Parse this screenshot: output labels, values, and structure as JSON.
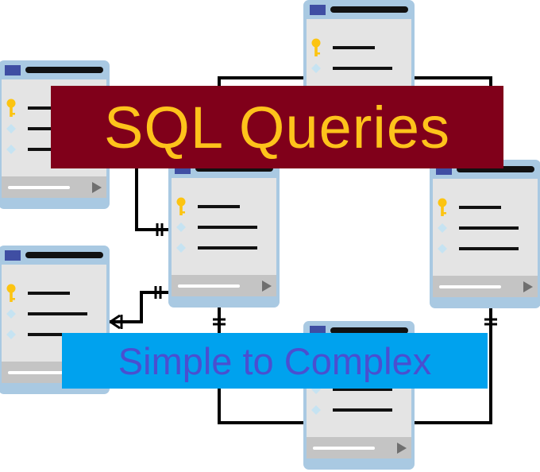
{
  "title": "SQL Queries",
  "subtitle": "Simple to Complex",
  "colors": {
    "title_bg": "#80001a",
    "title_text": "#fec31b",
    "subtitle_bg": "#00a2ee",
    "subtitle_text": "#4a4fd0",
    "card_frame": "#a9c9e2",
    "card_body": "#e4e4e4",
    "card_footer": "#c4c4c4",
    "header_chip": "#3f4ea3",
    "key_icon": "#fcc411",
    "diamond_icon": "#c6e3f2",
    "play_icon": "#6f6f6f",
    "line": "#111111",
    "connector": "#000000"
  },
  "tables": [
    {
      "id": "top-center",
      "key_rows": 1,
      "field_rows": 1
    },
    {
      "id": "left-top",
      "key_rows": 1,
      "field_rows": 2
    },
    {
      "id": "center",
      "key_rows": 1,
      "field_rows": 2
    },
    {
      "id": "right",
      "key_rows": 1,
      "field_rows": 2
    },
    {
      "id": "left-bottom",
      "key_rows": 1,
      "field_rows": 2
    },
    {
      "id": "bottom-center",
      "key_rows": 1,
      "field_rows": 2
    }
  ],
  "relationships": [
    {
      "from": "top-center",
      "to": "left-top"
    },
    {
      "from": "top-center",
      "to": "right"
    },
    {
      "from": "left-top",
      "to": "center"
    },
    {
      "from": "center",
      "to": "left-bottom"
    },
    {
      "from": "center",
      "to": "bottom-center"
    },
    {
      "from": "right",
      "to": "bottom-center"
    }
  ],
  "icons": [
    "key-icon",
    "diamond-icon",
    "play-icon"
  ]
}
